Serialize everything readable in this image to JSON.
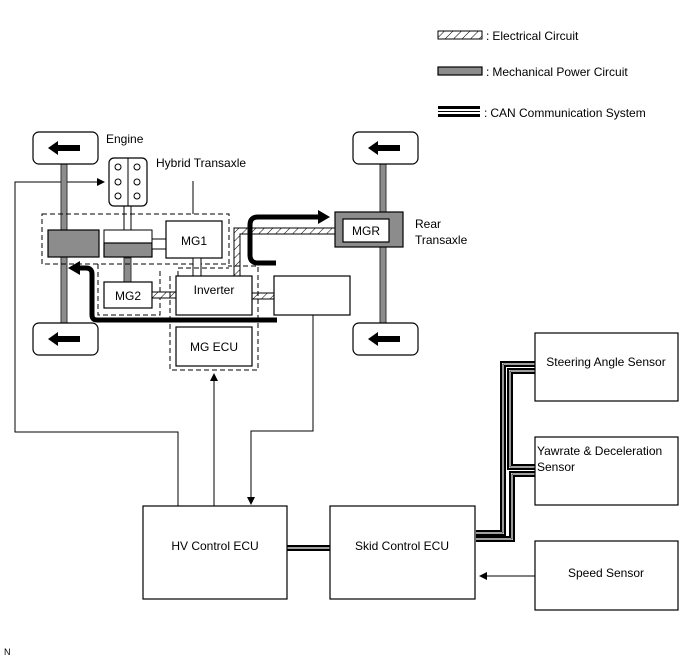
{
  "legend": {
    "electrical": "Electrical Circuit",
    "mechanical": "Mechanical Power Circuit",
    "can": "CAN Communication System",
    "separator": ":"
  },
  "components": {
    "engine": "Engine",
    "hybrid_transaxle": "Hybrid Transaxle",
    "mg1": "MG1",
    "mg2": "MG2",
    "inverter": "Inverter",
    "mg_ecu": "MG ECU",
    "mgr": "MGR",
    "rear_transaxle_line1": "Rear",
    "rear_transaxle_line2": "Transaxle",
    "hv_control_ecu": "HV Control ECU",
    "skid_control_ecu": "Skid Control ECU",
    "steering_angle_sensor": "Steering Angle Sensor",
    "yawrate_line1": "Yawrate & Deceleration",
    "yawrate_line2": "Sensor",
    "speed_sensor": "Speed Sensor"
  },
  "footer": {
    "orientation_mark": "N"
  },
  "colors": {
    "mechanical_fill": "#8c8c8c",
    "line": "#000000",
    "background": "#ffffff"
  }
}
